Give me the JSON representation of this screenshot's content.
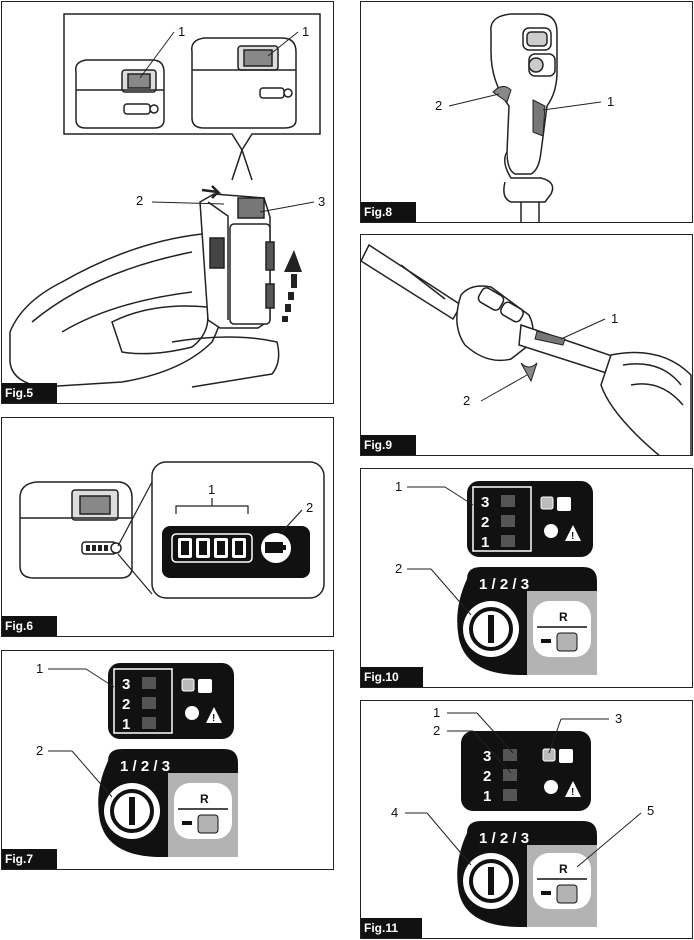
{
  "fig5": {
    "label": "Fig.5",
    "callouts": [
      "1",
      "1",
      "2",
      "3"
    ]
  },
  "fig6": {
    "label": "Fig.6",
    "callouts": [
      "1",
      "2"
    ]
  },
  "fig7": {
    "label": "Fig.7",
    "callouts": [
      "1",
      "2"
    ],
    "levels": [
      "3",
      "2",
      "1"
    ],
    "mode_text": "1 / 2 / 3"
  },
  "fig8": {
    "label": "Fig.8",
    "callouts": [
      "2",
      "1"
    ]
  },
  "fig9": {
    "label": "Fig.9",
    "callouts": [
      "1",
      "2"
    ]
  },
  "fig10": {
    "label": "Fig.10",
    "callouts": [
      "1",
      "2"
    ],
    "levels": [
      "3",
      "2",
      "1"
    ],
    "mode_text": "1 / 2 / 3"
  },
  "fig11": {
    "label": "Fig.11",
    "callouts": [
      "1",
      "2",
      "3",
      "4",
      "5"
    ],
    "levels": [
      "3",
      "2",
      "1"
    ],
    "mode_text": "1 / 2 / 3"
  },
  "colors": {
    "panel_dark": "#111111",
    "panel_grey": "#b3b3b3",
    "line": "#222222"
  }
}
